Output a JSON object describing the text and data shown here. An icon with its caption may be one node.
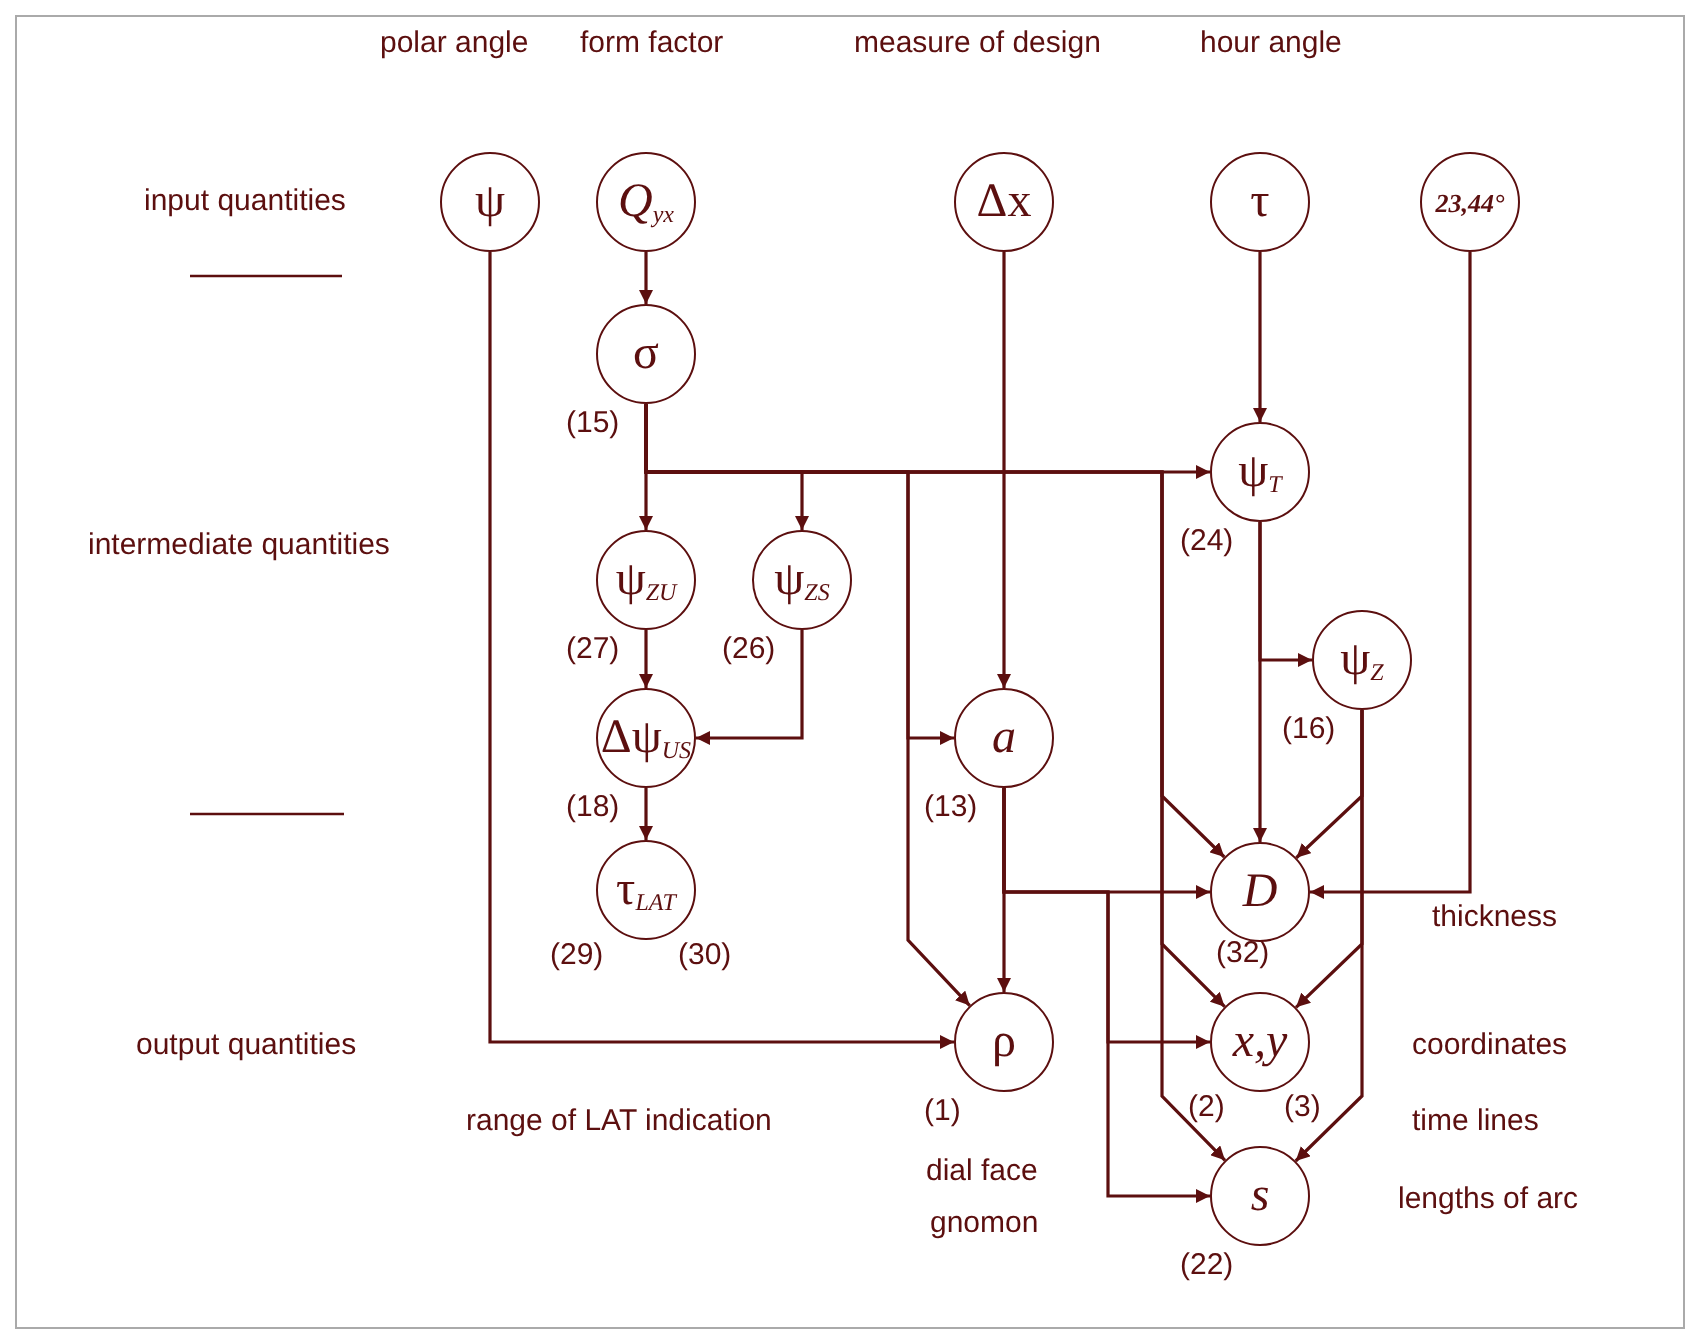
{
  "diagram": {
    "nodes": [
      {
        "text": [
          "ψ"
        ],
        "beside": [
          "polar angle"
        ]
      },
      {
        "text": [
          "*Q*$_{yx}$"
        ],
        "beside": [
          "form factor"
        ]
      },
      {
        "text": [
          "Δx"
        ],
        "beside": [
          "measure of design"
        ]
      },
      {
        "text": [
          "τ"
        ],
        "beside": [
          "hour angle"
        ]
      },
      {
        "text": [
          "23,44°"
        ]
      },
      {
        "text": [
          "σ"
        ],
        "beside": [
          "(15)"
        ]
      },
      {
        "text": [
          "ψ$_{T}$"
        ],
        "beside": [
          "(24)"
        ]
      },
      {
        "text": [
          "ψ$_{ZU}$"
        ],
        "beside": [
          "(27)"
        ]
      },
      {
        "text": [
          "ψ$_{ZS}$"
        ],
        "beside": [
          "(26)"
        ]
      },
      {
        "text": [
          "ψ$_{Z}$"
        ],
        "beside": [
          "(16)"
        ]
      },
      {
        "text": [
          "Δψ$_{US}$"
        ],
        "beside": [
          "(18)"
        ]
      },
      {
        "text": [
          "a"
        ],
        "beside": [
          "(13)"
        ]
      },
      {
        "text": [
          "D"
        ],
        "beside": [
          "(32)"
        ]
      },
      {
        "text": [
          "τ$_{LAT}$"
        ],
        "beside": [
          "(29)",
          "(30)"
        ]
      },
      {
        "text": [
          "ρ"
        ],
        "beside": [
          "(1)"
        ]
      },
      {
        "text": [
          "x,y"
        ],
        "beside": [
          "(2)",
          "(3)"
        ]
      },
      {
        "text": [
          "s"
        ],
        "beside": [
          "(22)"
        ]
      }
    ],
    "edges": [
      {
        "from": 1,
        "to": 5,
        "arrow": "to"
      },
      {
        "from": 3,
        "to": 6,
        "arrow": "to"
      },
      {
        "from": 5,
        "to": 6,
        "arrow": "to"
      },
      {
        "from": 5,
        "to": 7,
        "arrow": "to"
      },
      {
        "from": 5,
        "to": 8,
        "arrow": "to"
      },
      {
        "from": 5,
        "to": 11,
        "arrow": "to"
      },
      {
        "from": 5,
        "to": 14,
        "arrow": "to"
      },
      {
        "from": 5,
        "to": 12,
        "arrow": "to"
      },
      {
        "from": 5,
        "to": 15,
        "arrow": "to"
      },
      {
        "from": 5,
        "to": 16,
        "arrow": "to"
      },
      {
        "from": 2,
        "to": 11,
        "arrow": "to"
      },
      {
        "from": 6,
        "to": 12,
        "arrow": "to"
      },
      {
        "from": 6,
        "to": 9,
        "arrow": "to"
      },
      {
        "from": 9,
        "to": 12,
        "arrow": "to"
      },
      {
        "from": 9,
        "to": 15,
        "arrow": "to"
      },
      {
        "from": 9,
        "to": 16,
        "arrow": "to"
      },
      {
        "from": 4,
        "to": 12,
        "arrow": "to"
      },
      {
        "from": 7,
        "to": 10,
        "arrow": "to"
      },
      {
        "from": 8,
        "to": 10,
        "arrow": "to"
      },
      {
        "from": 10,
        "to": 13,
        "arrow": "to"
      },
      {
        "from": 0,
        "to": 14,
        "arrow": "to"
      },
      {
        "from": 11,
        "to": 14,
        "arrow": "to"
      },
      {
        "from": 11,
        "to": 12,
        "arrow": "to"
      },
      {
        "from": 11,
        "to": 15,
        "arrow": "to"
      },
      {
        "from": 11,
        "to": 16,
        "arrow": "to"
      }
    ],
    "labels": [
      "input quantities",
      "intermediate quantities",
      "output quantities",
      "range of LAT indication",
      "dial face",
      "gnomon",
      "thickness",
      "coordinates",
      "time lines",
      "lengths of arc"
    ]
  }
}
